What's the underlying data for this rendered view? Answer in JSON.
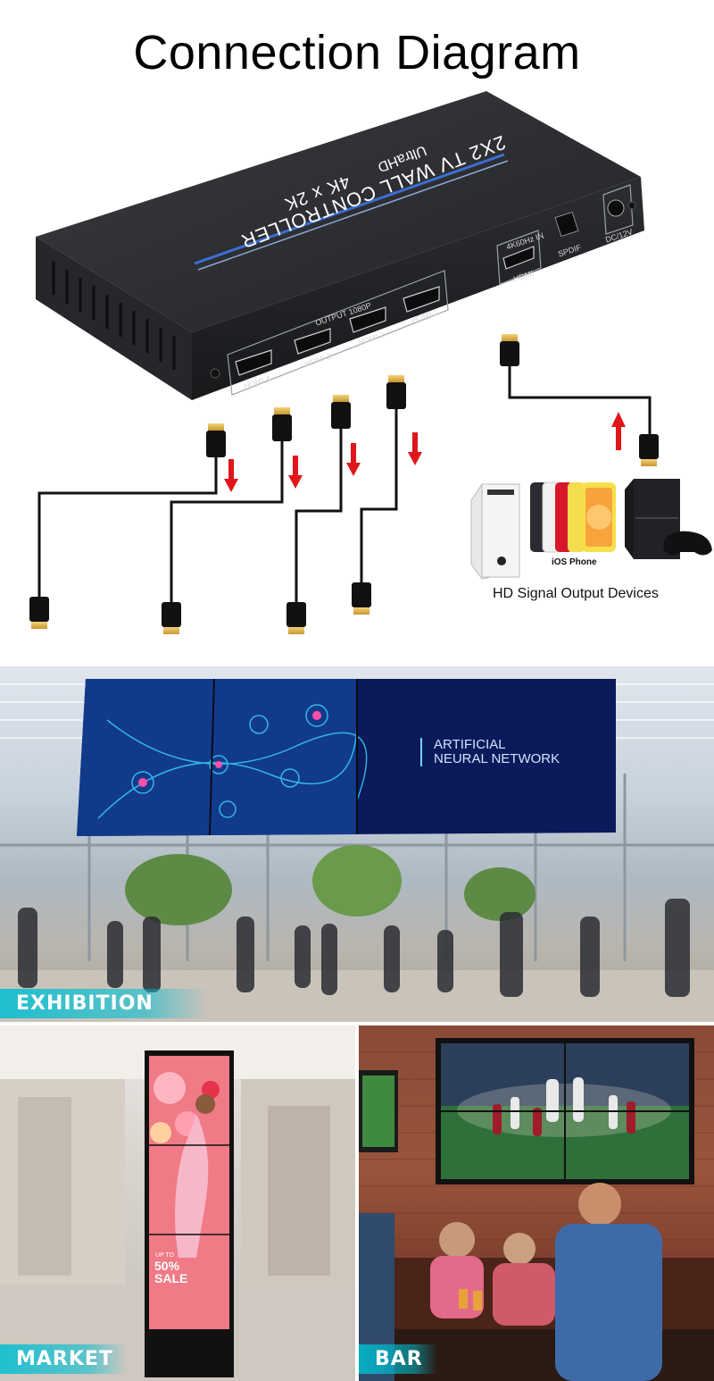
{
  "title": "Connection Diagram",
  "device": {
    "title": "2X2 TV WALL CONTROLLER",
    "resolution": "4K x 2K",
    "badge": "UltraHD",
    "output_group": "OUTPUT 1080P",
    "ports": {
      "hdmi1": "HDMI 1",
      "hdmi2": "HDMI 2",
      "hdmi3": "HDMI 3",
      "hdmi4": "HDMI 4",
      "input_top": "4K60Hz IN",
      "input_bottom": "HDMI",
      "spdif": "SPDIF",
      "power": "DC/12V"
    },
    "colors": {
      "body": "#2a2b2e",
      "stripe": "#3b6fd6",
      "arrow": "#e0161a"
    }
  },
  "sources": {
    "caption": "HD Signal Output Devices",
    "ios_label": "iOS Phone"
  },
  "scenes": {
    "exhibition": {
      "label": "EXHIBITION",
      "screen_text_line1": "ARTIFICIAL",
      "screen_text_line2": "NEURAL NETWORK"
    },
    "market": {
      "label": "MARKET",
      "sale_small": "UP TO",
      "sale_pct": "50%",
      "sale_word": "SALE"
    },
    "bar": {
      "label": "BAR"
    }
  }
}
